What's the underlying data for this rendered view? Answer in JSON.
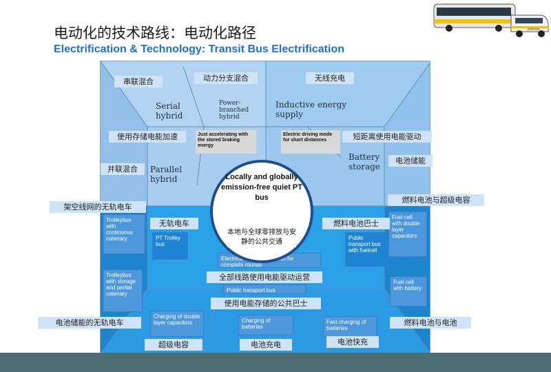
{
  "header": {
    "title_zh": "电动化的技术路线：电动化路径",
    "title_en": "Electrification & Technology: Transit Bus Electrification"
  },
  "labels": {
    "serial_zh": "串联混合",
    "power_branched_zh": "动力分支混合",
    "inductive_zh": "无线充电",
    "stored_accel_zh": "使用存储电能加速",
    "short_dist_zh": "短距离使用电能驱动",
    "parallel_zh": "并联混合",
    "battery_storage_zh": "电池储能",
    "trolley_catenary_zh": "架空线网的无轨电车",
    "fc_supercap_zh": "燃料电池与超级电容",
    "trolley_bus_zh": "无轨电车",
    "fc_bus_zh": "燃料电池巴士",
    "full_route_zh": "全部线路使用电能驱动运营",
    "storage_bus_zh": "使用电能存储的公共巴士",
    "battery_trolley_zh": "电池储能的无轨电车",
    "fc_battery_zh": "燃料电池与电池",
    "supercap_zh": "超级电容",
    "battery_charge_zh": "电池充电",
    "fast_charge_zh": "电池快充"
  },
  "diagram": {
    "serial_hybrid": "Serial hybrid",
    "power_branched_hybrid": "Power-branched hybrid",
    "inductive_energy_supply": "Inductive energy supply",
    "just_accelerating": "Just accelerating with the stored braking energy",
    "electric_driving_short": "Electric driving mode for short distances",
    "parallel_hybrid": "Parallel hybrid",
    "battery_storage": "Battery storage",
    "trolleybus_catenary": "Trolleybus with continuous catenary",
    "pt_trolley_bus": "PT Trolley bus",
    "public_transport_fuelcell": "Public transport bus with fuelcell",
    "fuelcell_double_layer": "Fuel cell with double layer capacitors",
    "electrical_driving": "Electrical driving operation for complete rounds",
    "public_transport_bus": "Public transport bus",
    "trolleybus_storage": "Trolleybus with storage and partial catenary",
    "fuelcell_battery": "Fuel cell with battery",
    "charging_double_layer": "Charging of double layer capacitors",
    "charging_batteries": "Charging of batteries",
    "fast_charging": "Fast charging of batteries",
    "center_text": "Locally and globally emission-free quiet PT bus",
    "center_zh": "本地与全球零排放与安静的公共交通"
  },
  "bus_image": {
    "brand_text": "primove"
  },
  "colors": {
    "upper": "#a3c9ec",
    "lower": "#1f8fd8",
    "accent": "#1f6fd1",
    "band": "#4d6f73"
  }
}
